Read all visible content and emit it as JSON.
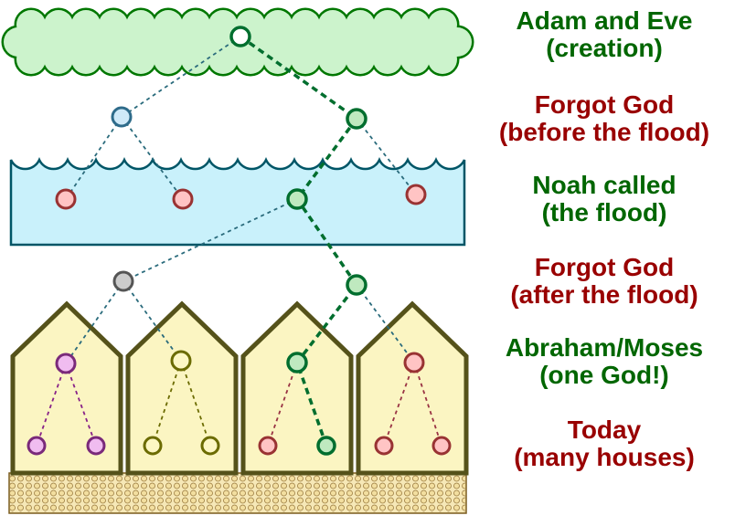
{
  "labels": [
    {
      "title": "Adam and Eve",
      "subtitle": "(creation)",
      "color": "#006600"
    },
    {
      "title": "Forgot God",
      "subtitle": "(before the flood)",
      "color": "#990000"
    },
    {
      "title": "Noah called",
      "subtitle": "(the flood)",
      "color": "#006600"
    },
    {
      "title": "Forgot God",
      "subtitle": "(after the flood)",
      "color": "#990000"
    },
    {
      "title": "Abraham/Moses",
      "subtitle": "(one God!)",
      "color": "#006600"
    },
    {
      "title": "Today",
      "subtitle": "(many houses)",
      "color": "#990000"
    }
  ],
  "colors": {
    "label_green": "#006600",
    "label_red": "#990000",
    "cloud_fill": "#ccf3cc",
    "cloud_outline": "#007700",
    "water_fill": "#c9f1fb",
    "water_outline": "#005566",
    "house_fill": "#fbf5c2",
    "house_outline": "#55521a",
    "sand_fill": "#f6e8b7",
    "sand_outline": "#7a5c1e",
    "pebble_fill": "#f3dfa0",
    "pebble_outline": "#9a7b3f",
    "faith_green": "#006e2e",
    "edge_teal": "#2a6b7c",
    "edge_purple": "#882288",
    "edge_olive": "#6b6b00",
    "edge_red": "#993344",
    "node_root_fill": "#ffffff",
    "node_blue_fill": "#cfe9f8",
    "node_blue_stroke": "#2e6b8a",
    "node_green_fill": "#bfe9bf",
    "node_pink_fill": "#ffc4c4",
    "node_pink_stroke": "#993333",
    "node_gray_fill": "#cccccc",
    "node_gray_stroke": "#555555",
    "node_purple_fill": "#f0bcf0",
    "node_purple_stroke": "#7a2a7a",
    "node_yellow_fill": "#fdf7c4",
    "node_yellow_stroke": "#6b6b00"
  }
}
